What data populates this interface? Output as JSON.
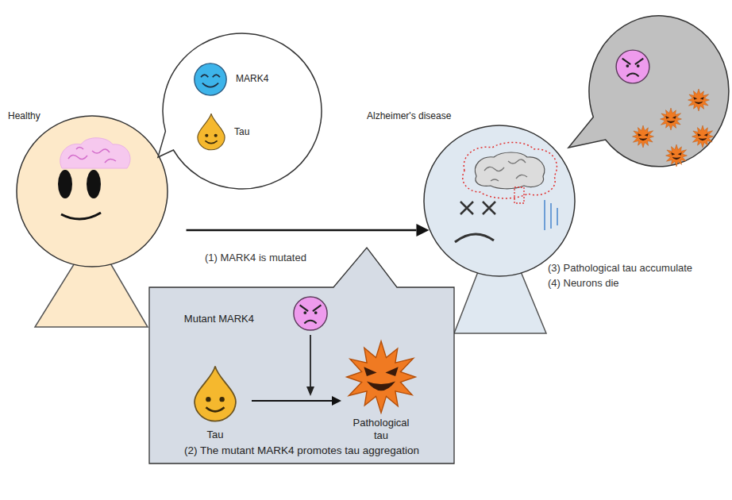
{
  "diagram": {
    "nodes": [
      {
        "text": [
          "Healthy"
        ]
      },
      {
        "text": []
      },
      {
        "text": [
          "MARK4"
        ],
        "in": 1
      },
      {
        "text": [
          "Tau"
        ],
        "in": 1
      },
      {
        "text": [
          "Alzheimer's disease"
        ]
      },
      {
        "text": [
          "(2) The mutant MARK4 promotes tau aggregation"
        ]
      },
      {
        "text": [
          "Mutant MARK4"
        ],
        "in": 5
      },
      {
        "text": [
          "Tau"
        ],
        "in": 5
      },
      {
        "text": [
          "Pathological tau"
        ],
        "in": 5
      }
    ],
    "edges": [
      {
        "from": 0,
        "to": 4,
        "arrow": "to",
        "label": "(1) MARK4 is mutated"
      },
      {
        "from": 7,
        "to": 8,
        "arrow": "to"
      }
    ],
    "labels": [
      "(3) Pathological tau accumulate",
      "(4) Neurons die"
    ]
  }
}
